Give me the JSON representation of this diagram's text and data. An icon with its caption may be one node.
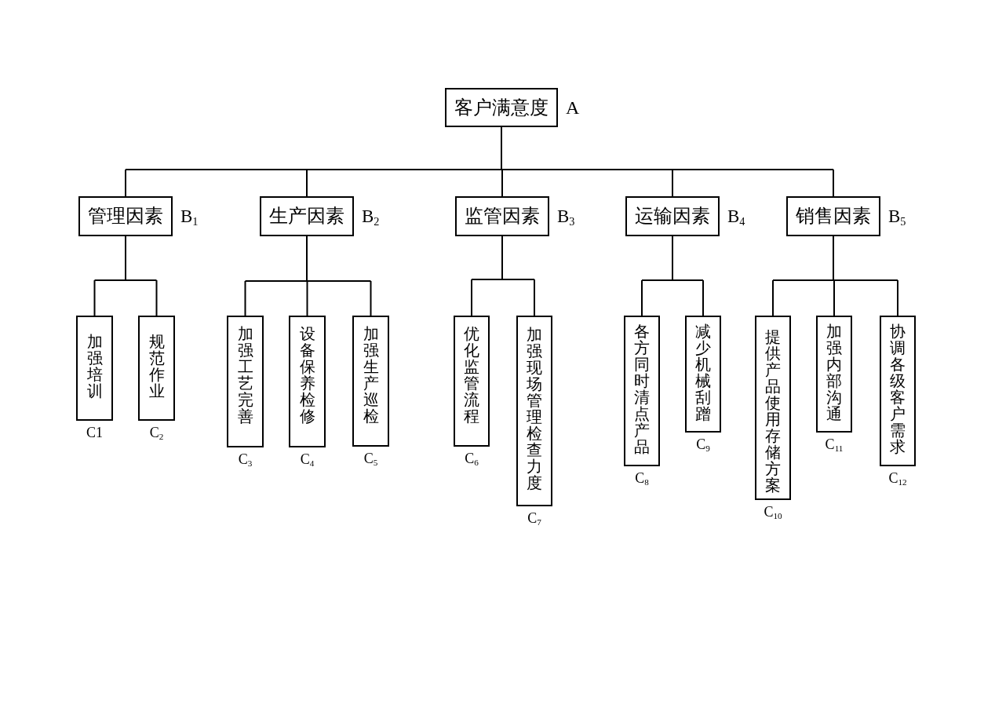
{
  "diagram": {
    "nodes": [
      {
        "text": [
          "客户满意度"
        ],
        "beside": [
          "A"
        ]
      },
      {
        "text": [
          "管理因素"
        ],
        "beside": [
          "B$_{1}$"
        ]
      },
      {
        "text": [
          "生产因素"
        ],
        "beside": [
          "B$_{2}$"
        ]
      },
      {
        "text": [
          "监管因素"
        ],
        "beside": [
          "B$_{3}$"
        ]
      },
      {
        "text": [
          "运输因素"
        ],
        "beside": [
          "B$_{4}$"
        ]
      },
      {
        "text": [
          "销售因素"
        ],
        "beside": [
          "B$_{5}$"
        ]
      },
      {
        "text": [
          "加强培训"
        ],
        "beside": [
          "C1"
        ]
      },
      {
        "text": [
          "规范作业"
        ],
        "beside": [
          "C$_{2}$"
        ]
      },
      {
        "text": [
          "加强工艺完善"
        ],
        "beside": [
          "C$_{3}$"
        ]
      },
      {
        "text": [
          "设备保养检修"
        ],
        "beside": [
          "C$_{4}$"
        ]
      },
      {
        "text": [
          "加强生产巡检"
        ],
        "beside": [
          "C$_{5}$"
        ]
      },
      {
        "text": [
          "优化监管流程"
        ],
        "beside": [
          "C$_{6}$"
        ]
      },
      {
        "text": [
          "加强现场管理检查力度"
        ],
        "beside": [
          "C$_{7}$"
        ]
      },
      {
        "text": [
          "各方同时清点产品"
        ],
        "beside": [
          "C$_{8}$"
        ]
      },
      {
        "text": [
          "减少机械刮蹭"
        ],
        "beside": [
          "C$_{9}$"
        ]
      },
      {
        "text": [
          "提供产品使用存储方案"
        ],
        "beside": [
          "C$_{10}$"
        ]
      },
      {
        "text": [
          "加强内部沟通"
        ],
        "beside": [
          "C$_{11}$"
        ]
      },
      {
        "text": [
          "协调各级客户需求"
        ],
        "beside": [
          "C$_{12}$"
        ]
      }
    ],
    "edges": [
      {
        "from": 0,
        "to": 1,
        "arrow": "none"
      },
      {
        "from": 0,
        "to": 2,
        "arrow": "none"
      },
      {
        "from": 0,
        "to": 3,
        "arrow": "none"
      },
      {
        "from": 0,
        "to": 4,
        "arrow": "none"
      },
      {
        "from": 0,
        "to": 5,
        "arrow": "none"
      },
      {
        "from": 1,
        "to": 6,
        "arrow": "none"
      },
      {
        "from": 1,
        "to": 7,
        "arrow": "none"
      },
      {
        "from": 2,
        "to": 8,
        "arrow": "none"
      },
      {
        "from": 2,
        "to": 9,
        "arrow": "none"
      },
      {
        "from": 2,
        "to": 10,
        "arrow": "none"
      },
      {
        "from": 3,
        "to": 11,
        "arrow": "none"
      },
      {
        "from": 3,
        "to": 12,
        "arrow": "none"
      },
      {
        "from": 4,
        "to": 13,
        "arrow": "none"
      },
      {
        "from": 4,
        "to": 14,
        "arrow": "none"
      },
      {
        "from": 5,
        "to": 15,
        "arrow": "none"
      },
      {
        "from": 5,
        "to": 16,
        "arrow": "none"
      },
      {
        "from": 5,
        "to": 17,
        "arrow": "none"
      }
    ]
  }
}
